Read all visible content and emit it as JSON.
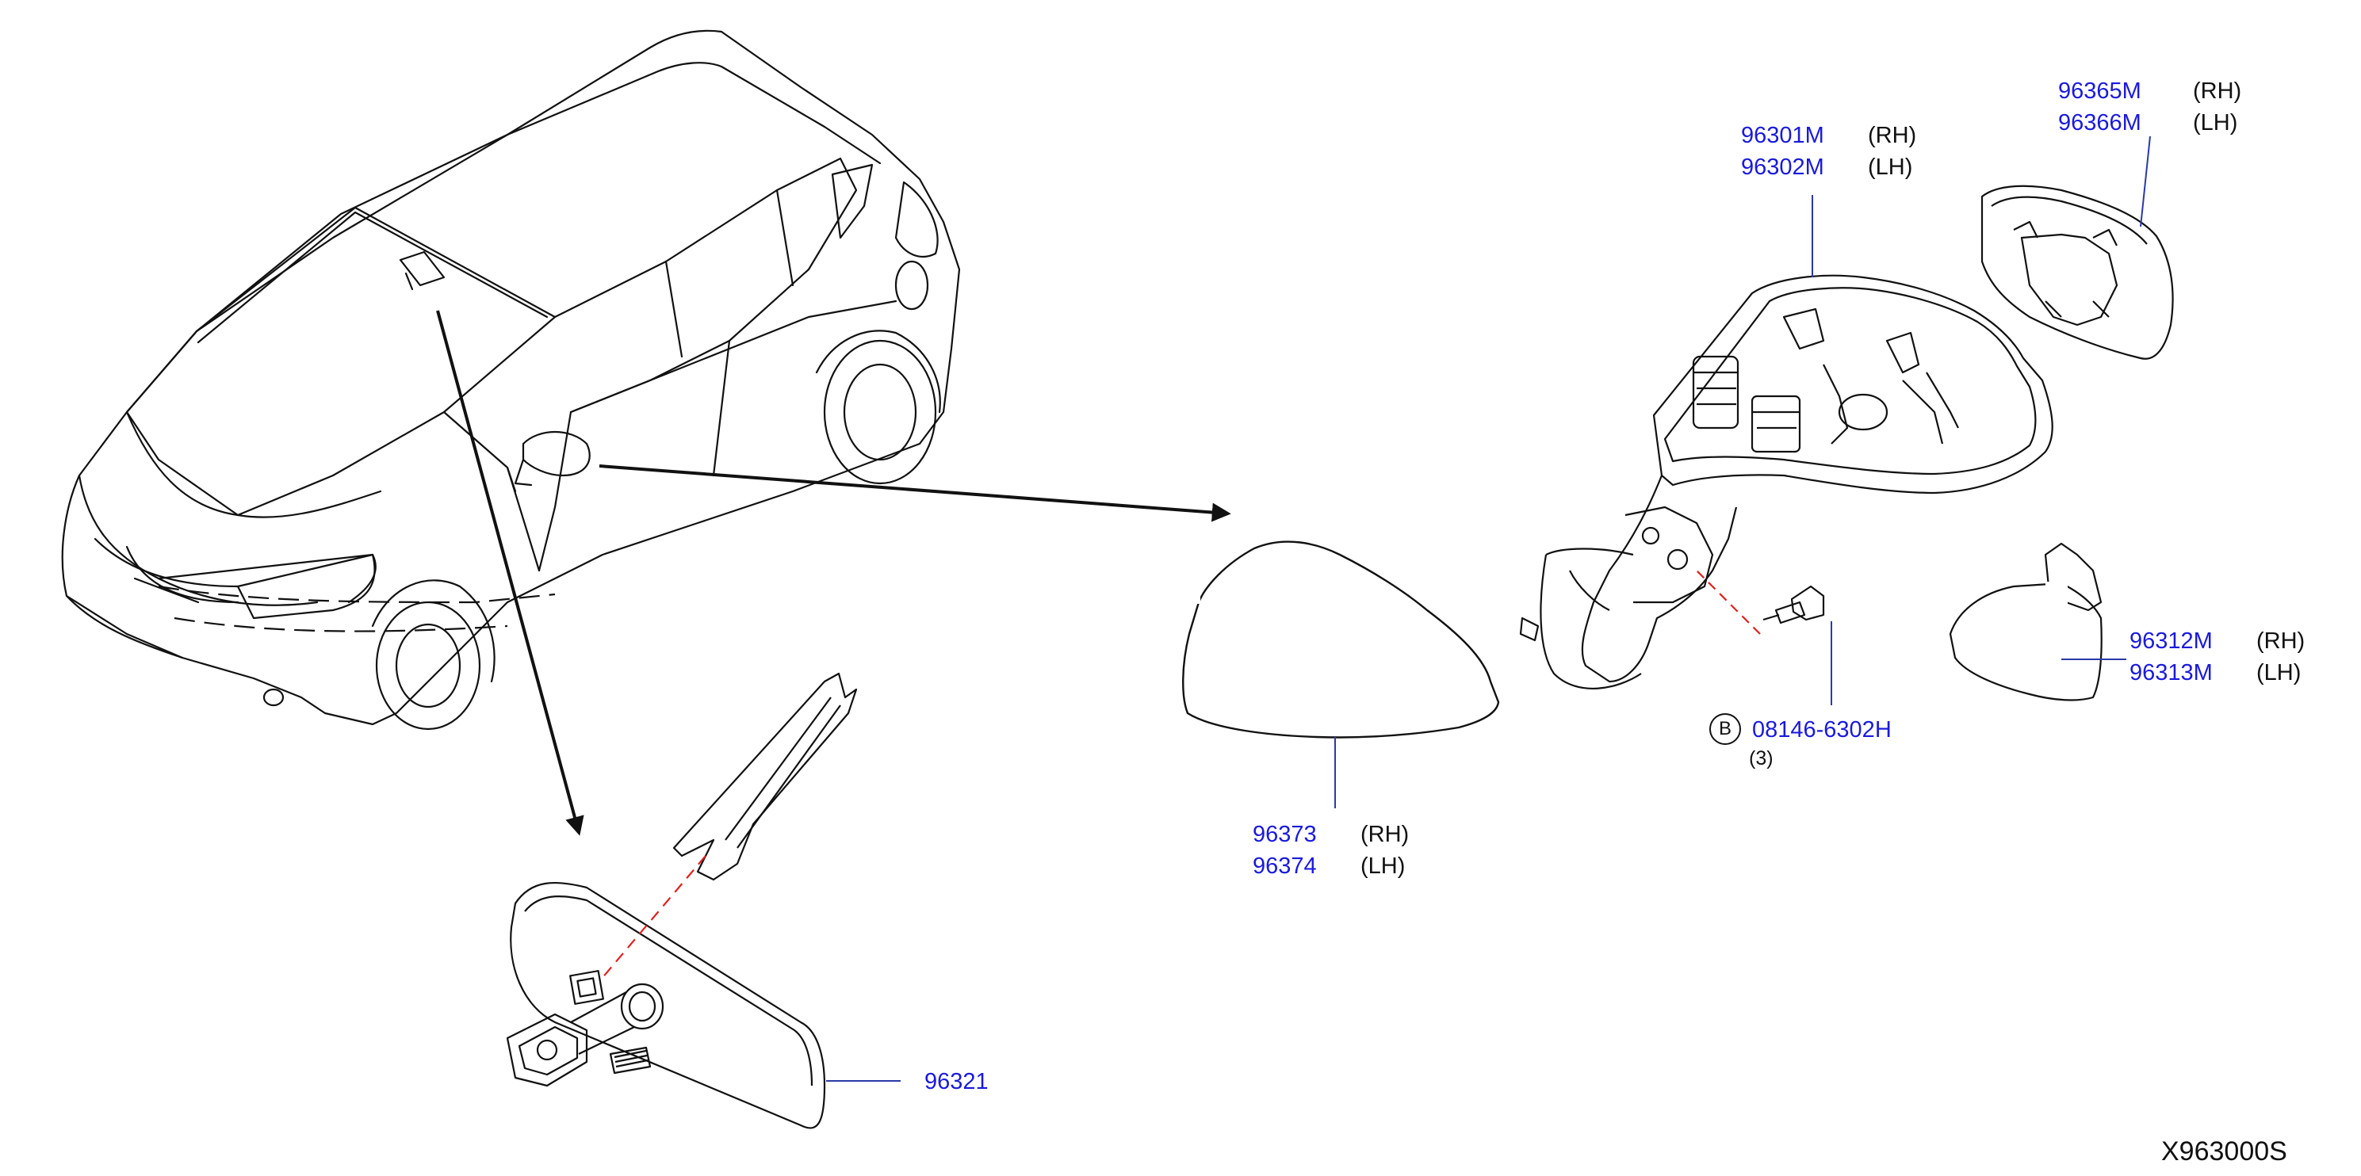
{
  "colors": {
    "part_number": "#1a1adc",
    "line": "#111111",
    "leader": "#2a3aa8",
    "dashed_guide": "#e02020"
  },
  "parts": {
    "mirror_body": {
      "number_rh": "96301M",
      "side_rh": "(RH)",
      "number_lh": "96302M",
      "side_lh": "(LH)"
    },
    "mirror_glass": {
      "number_rh": "96365M",
      "side_rh": "(RH)",
      "number_lh": "96366M",
      "side_lh": "(LH)"
    },
    "mirror_cover": {
      "number_rh": "96373",
      "side_rh": "(RH)",
      "number_lh": "96374",
      "side_lh": "(LH)"
    },
    "turn_lamp": {
      "number_rh": "96312M",
      "side_rh": "(RH)",
      "number_lh": "96313M",
      "side_lh": "(LH)"
    },
    "screw": {
      "badge": "B",
      "number": "08146-6302H",
      "qty": "(3)"
    },
    "inner_mirror": {
      "number": "96321"
    }
  },
  "diagram_code": "X963000S"
}
